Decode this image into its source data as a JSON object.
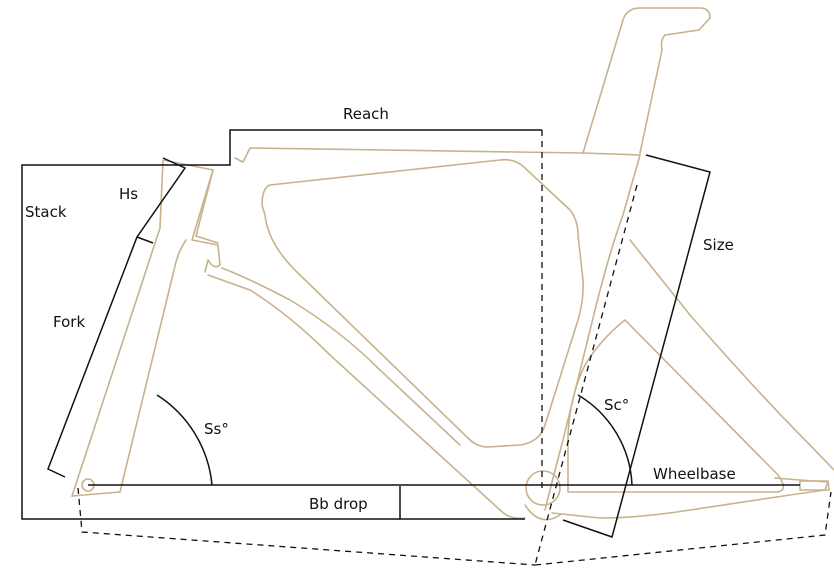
{
  "colors": {
    "frame": "#c8b28e",
    "dimension": "#111111",
    "background": "#ffffff"
  },
  "labels": {
    "reach": "Reach",
    "stack": "Stack",
    "hs": "Hs",
    "fork": "Fork",
    "size": "Size",
    "ss": "Ss°",
    "sc": "Sc°",
    "wheelbase": "Wheelbase",
    "bb_drop": "Bb drop"
  }
}
